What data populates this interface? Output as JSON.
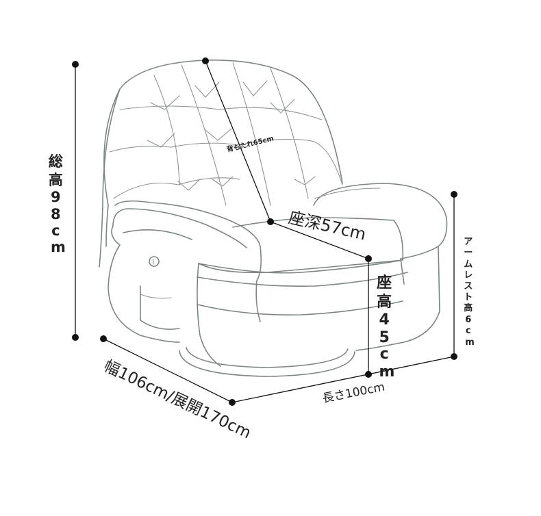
{
  "diagram": {
    "labels": {
      "total_height": "総高98cm",
      "backrest": "背もたれ65cm",
      "seat_depth": "座深57cm",
      "seat_height": "座高45cm",
      "armrest_height": "アームレスト高6cm",
      "width": "幅106cm/展開170cm",
      "length": "長さ100cm"
    },
    "colors": {
      "line": "#111111",
      "sketch": "#7d8583"
    }
  }
}
